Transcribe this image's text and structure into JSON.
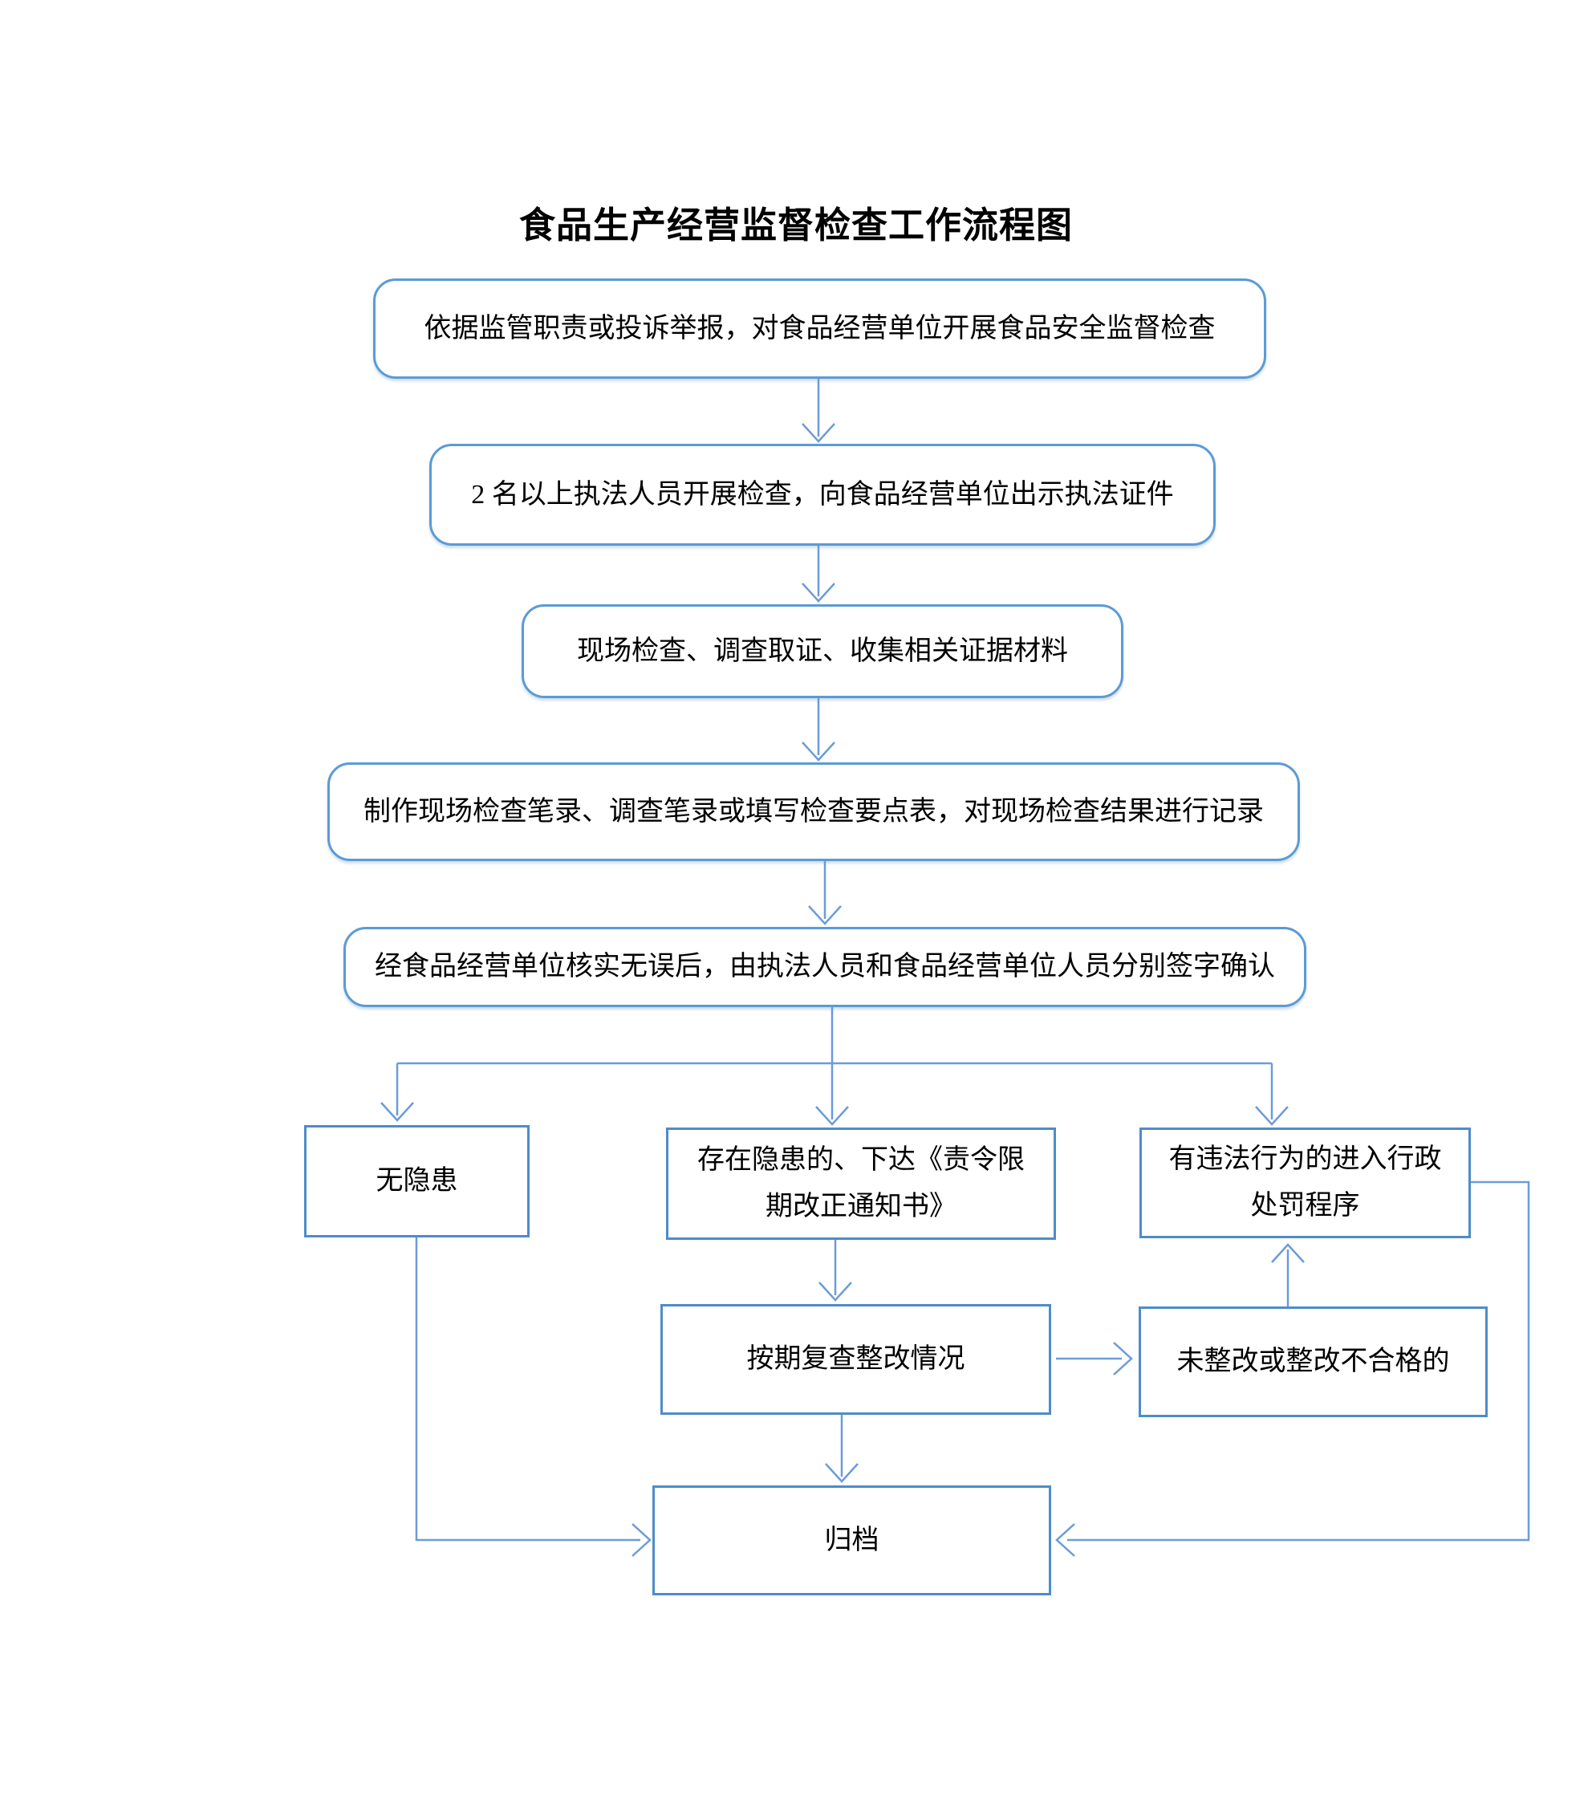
{
  "title": "食品生产经营监督检查工作流程图",
  "colors": {
    "bg": "#FFFFFF",
    "text": "#000000",
    "box_border": "#5B9BD5",
    "rect_border": "#4E8CC9",
    "connector": "#6B9CD9"
  },
  "nodes": [
    {
      "id": "step-basis",
      "shape": "rounded",
      "lines": [
        "依据监管职责或投诉举报，对食品经营单位开展食品安全监督检查"
      ]
    },
    {
      "id": "step-officers",
      "shape": "rounded",
      "lines": [
        "2 名以上执法人员开展检查，向食品经营单位出示执法证件"
      ]
    },
    {
      "id": "step-onsite",
      "shape": "rounded",
      "lines": [
        "现场检查、调查取证、收集相关证据材料"
      ]
    },
    {
      "id": "step-records",
      "shape": "rounded",
      "lines": [
        "制作现场检查笔录、调查笔录或填写检查要点表，对现场检查结果进行记录"
      ]
    },
    {
      "id": "step-sign",
      "shape": "rounded",
      "lines": [
        "经食品经营单位核实无误后，由执法人员和食品经营单位人员分别签字确认"
      ]
    },
    {
      "id": "no-hazard",
      "shape": "rect",
      "lines": [
        "无隐患"
      ]
    },
    {
      "id": "hazard-notice",
      "shape": "rect",
      "lines": [
        "存在隐患的、下达《责令限",
        "期改正通知书》"
      ]
    },
    {
      "id": "illegal-penalty",
      "shape": "rect",
      "lines": [
        "有违法行为的进入行政",
        "处罚程序"
      ]
    },
    {
      "id": "recheck",
      "shape": "rect",
      "lines": [
        "按期复查整改情况"
      ]
    },
    {
      "id": "not-rectified",
      "shape": "rect",
      "lines": [
        "未整改或整改不合格的"
      ]
    },
    {
      "id": "archive",
      "shape": "rect",
      "lines": [
        "归档"
      ]
    }
  ]
}
